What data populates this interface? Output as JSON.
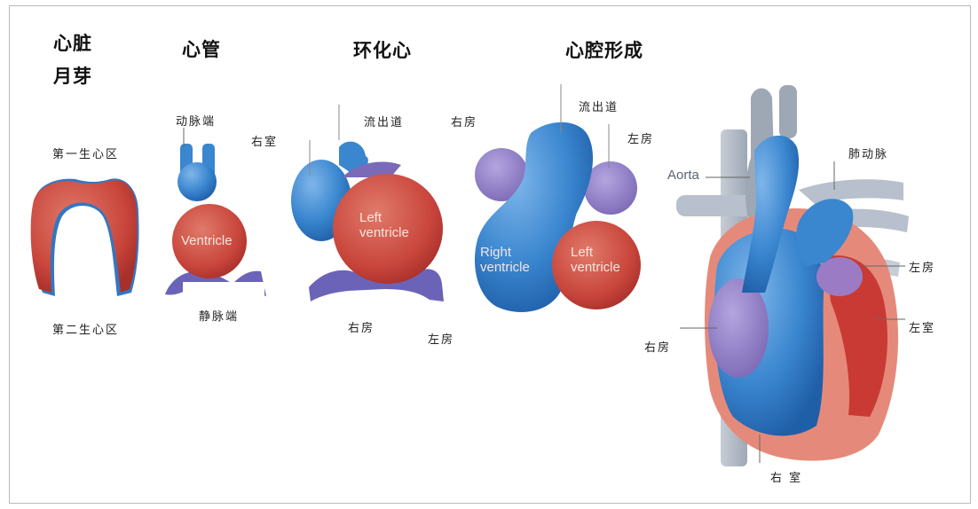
{
  "stages": {
    "heart_crescent_line1": "心脏",
    "heart_crescent_line2": "月芽",
    "heart_tube": "心管",
    "looping_heart": "环化心",
    "chamber_formation": "心腔形成"
  },
  "labels": {
    "first_heart_field": "第一生心区",
    "second_heart_field": "第二生心区",
    "arterial_pole": "动脉端",
    "venous_pole": "静脉端",
    "right_ventricle_tube": "右室",
    "outflow_tract_loop": "流出道",
    "right_atrium_loop_top": "右房",
    "right_atrium_loop_bottom": "右房",
    "left_atrium_loop": "左房",
    "outflow_tract_chamber": "流出道",
    "left_atrium_chamber": "左房",
    "pulmonary_artery": "肺动脉",
    "left_atrium_adult": "左房",
    "left_ventricle_adult": "左室",
    "right_atrium_adult": "右房",
    "right_ventricle_adult": "右 室"
  },
  "figure_text": {
    "ventricle": "Ventricle",
    "left_ventricle_loop": "Left\nventricle",
    "right_ventricle_chamber": "Right\nventricle",
    "left_ventricle_chamber": "Left\nventricle",
    "aorta": "Aorta"
  },
  "colors": {
    "red": "#c9463c",
    "blue": "#2f78c4",
    "purple": "#8a78c0",
    "grey": "#b7c0cc"
  }
}
